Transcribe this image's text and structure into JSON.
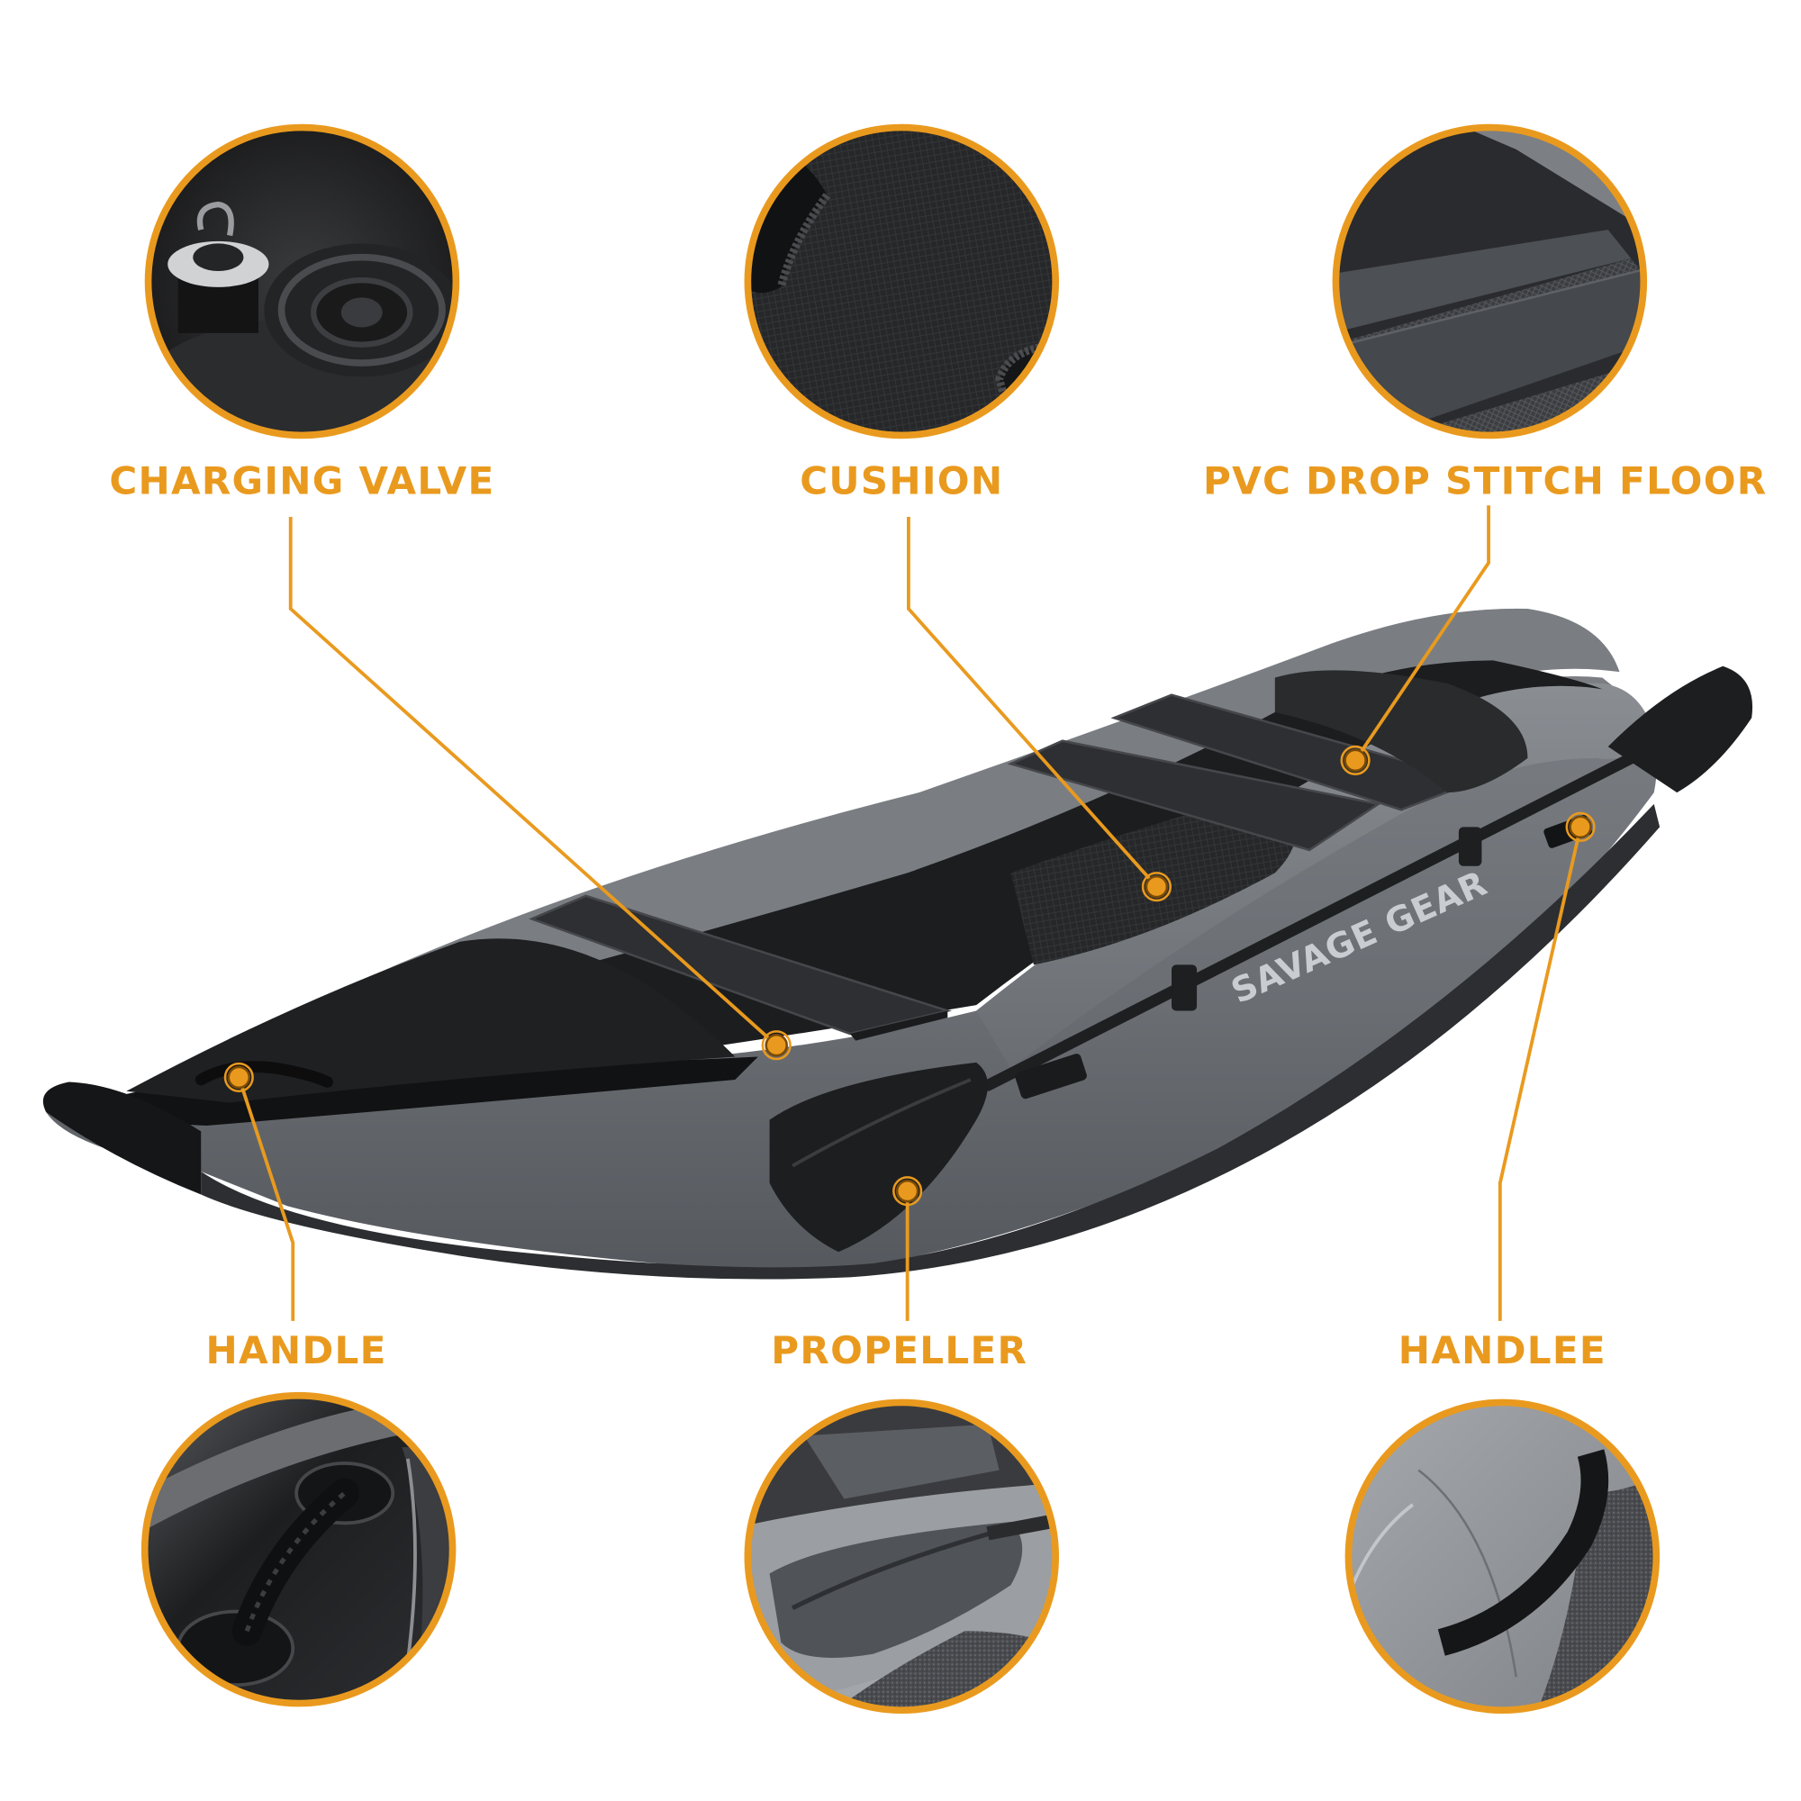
{
  "colors": {
    "accent": "#E99A1E",
    "background": "#FFFFFF",
    "hull_gray": "#6E7277",
    "hull_dark": "#2A2C2F",
    "deck_black": "#1B1C1E"
  },
  "product": {
    "brand_mark": "SAVAGE GEAR"
  },
  "callouts_top": [
    {
      "id": "charging-valve",
      "label": "CHARGING VALVE"
    },
    {
      "id": "cushion",
      "label": "CUSHION"
    },
    {
      "id": "pvc-drop-stitch-floor",
      "label": "PVC DROP STITCH FLOOR"
    }
  ],
  "callouts_bottom": [
    {
      "id": "handle",
      "label": "HANDLE"
    },
    {
      "id": "propeller",
      "label": "PROPELLER"
    },
    {
      "id": "handlee",
      "label": "HANDLEE"
    }
  ]
}
